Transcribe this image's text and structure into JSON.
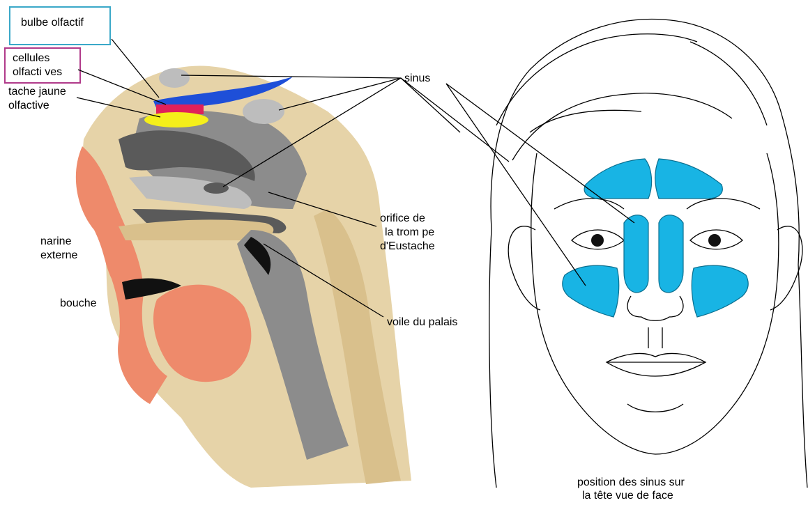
{
  "labels": {
    "bulbe": "bulbe olfactif",
    "cellules_line1": "cellules",
    "cellules_line2": "olfacti ves",
    "tache_line1": "tache jaune",
    "tache_line2": "olfactive",
    "sinus": "sinus",
    "orifice_line1": "orifice de",
    "orifice_line2": "la trom pe",
    "orifice_line3": "d'Eustache",
    "narine_line1": "narine",
    "narine_line2": "externe",
    "bouche": "bouche",
    "voile": "voile du palais",
    "caption_line1": "position des sinus sur",
    "caption_line2": "la tête vue de face"
  },
  "colors": {
    "bulbe_box": "#3aa8c8",
    "cellules_box": "#b03a8a",
    "bulbe": "#1e4fd8",
    "cellules": "#e0205a",
    "tache": "#f5ef1a",
    "sinus": "#18b4e4"
  }
}
